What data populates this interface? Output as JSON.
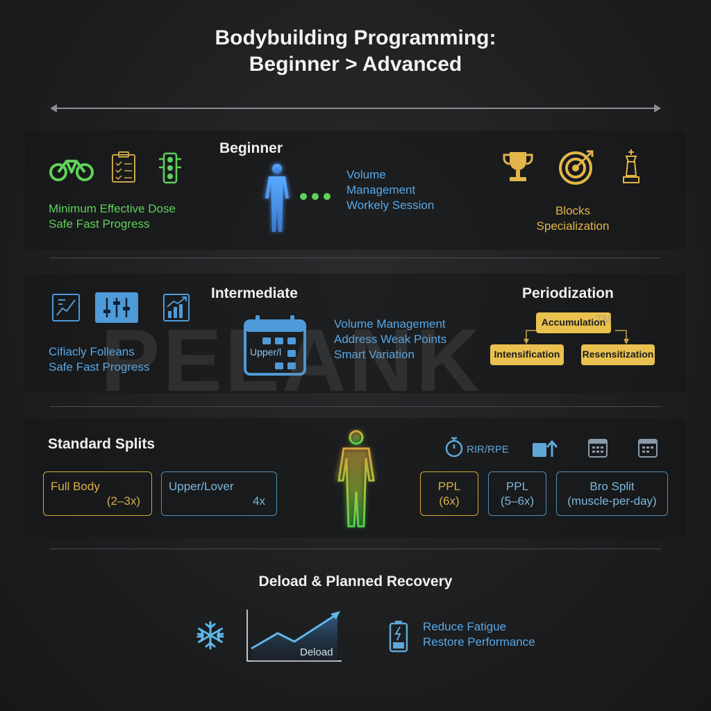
{
  "header": {
    "title_line1": "Bodybuilding Programming:",
    "title_line2": "Beginner > Advanced"
  },
  "beginner": {
    "label": "Beginner",
    "left_lines": [
      "Minimum Effective Dose",
      "Safe Fast Progress"
    ],
    "middle_lines": [
      "Volume",
      "Management",
      "Workely Session"
    ],
    "right_lines": [
      "Blocks",
      "Specialization"
    ],
    "icons": [
      "bike-icon",
      "clipboard-icon",
      "traffic-light-icon",
      "figure-icon",
      "dots-icon",
      "trophy-icon",
      "target-icon",
      "chess-icon"
    ]
  },
  "intermediate": {
    "label": "Intermediate",
    "left_lines": [
      "Cifiacly Folleans",
      "Safe Fast Progress"
    ],
    "middle_lines": [
      "Volume Management",
      "Address Weak Points",
      "Smart Variation"
    ],
    "calendar_label": "Upper/l",
    "icons": [
      "chart-board-icon",
      "sliders-icon",
      "growth-chart-icon",
      "calendar-icon"
    ]
  },
  "periodization": {
    "label": "Periodization",
    "phases": [
      "Accumulation",
      "Intensification",
      "Resensitization"
    ]
  },
  "watermark": {
    "text": "PELANK",
    "tm": "TM"
  },
  "splits": {
    "label": "Standard Splits",
    "rir_label": "RIR/RPE",
    "items": [
      {
        "name": "Full Body",
        "freq": "(2–3x)"
      },
      {
        "name": "Upper/Lover",
        "freq": "4x"
      },
      {
        "name": "PPL",
        "freq": "(6x)"
      },
      {
        "name": "PPL",
        "freq": "(5–6x)"
      },
      {
        "name": "Bro Split",
        "freq": "(muscle-per-day)"
      }
    ],
    "icons": [
      "stopwatch-icon",
      "progression-icon",
      "calendar-icon",
      "calendar-icon"
    ]
  },
  "deload": {
    "label": "Deload & Planned Recovery",
    "chart_label": "Deload",
    "right_lines": [
      "Reduce Fatigue",
      "Restore Performance"
    ],
    "icons": [
      "snowflake-icon",
      "deload-chart-icon",
      "battery-icon"
    ]
  },
  "colors": {
    "green": "#5fd15a",
    "blue": "#58a9e8",
    "gold": "#e3b64a",
    "background": "#1d1e20"
  }
}
